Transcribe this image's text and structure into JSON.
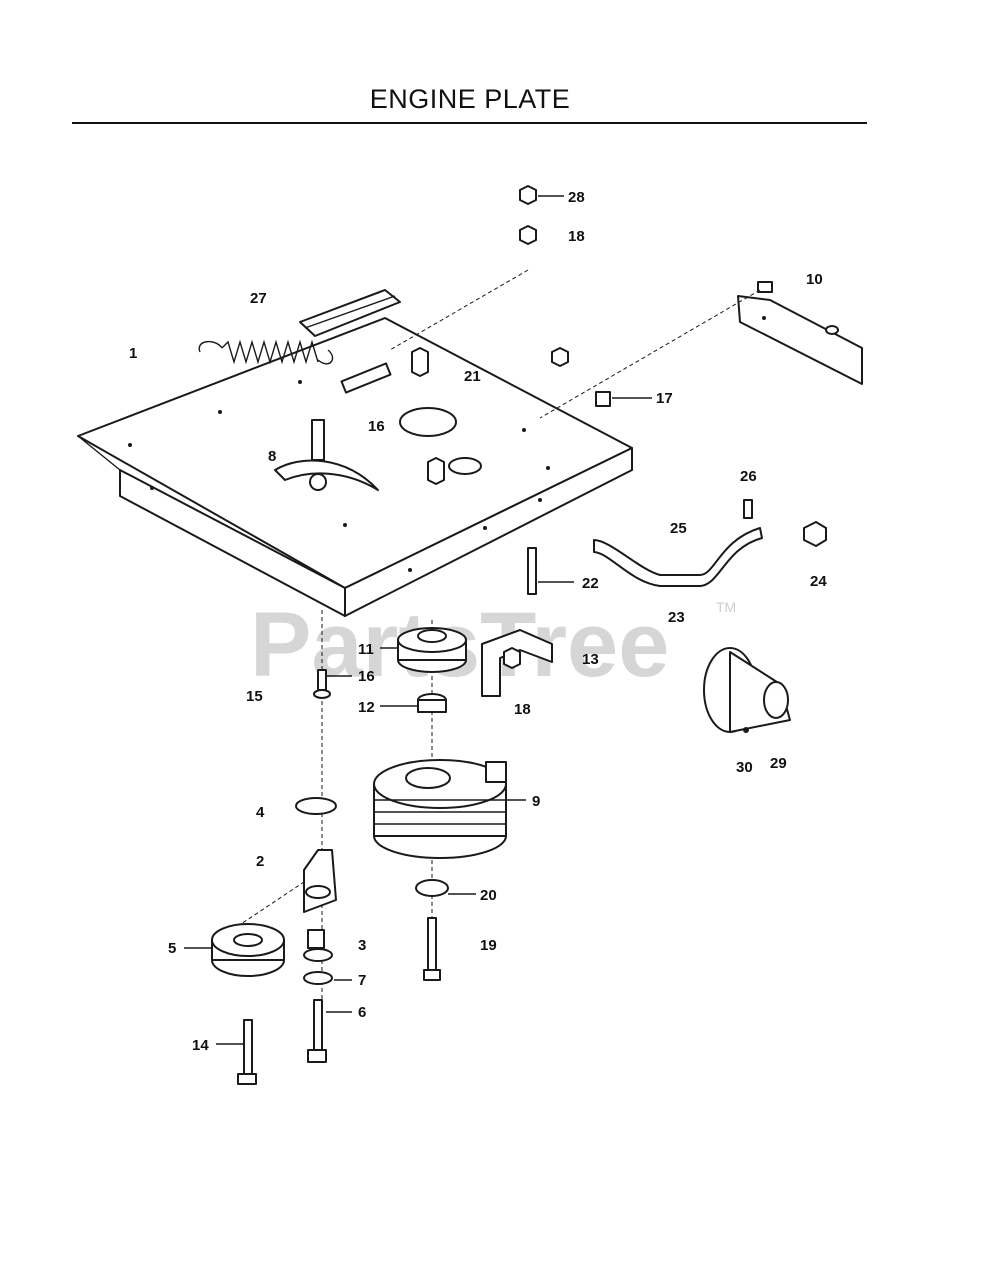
{
  "title": "ENGINE PLATE",
  "watermark": {
    "text": "PartsTree",
    "tm": "TM"
  },
  "callouts": {
    "c1": "1",
    "c2": "2",
    "c3": "3",
    "c4": "4",
    "c5": "5",
    "c6": "6",
    "c7": "7",
    "c8": "8",
    "c9": "9",
    "c10": "10",
    "c11": "11",
    "c12": "12",
    "c13": "13",
    "c14": "14",
    "c15": "15",
    "c16a": "16",
    "c16b": "16",
    "c17": "17",
    "c18a": "18",
    "c18b": "18",
    "c19": "19",
    "c20": "20",
    "c21": "21",
    "c22": "22",
    "c23": "23",
    "c24": "24",
    "c25": "25",
    "c26": "26",
    "c27": "27",
    "c28": "28",
    "c29": "29",
    "c30": "30"
  }
}
